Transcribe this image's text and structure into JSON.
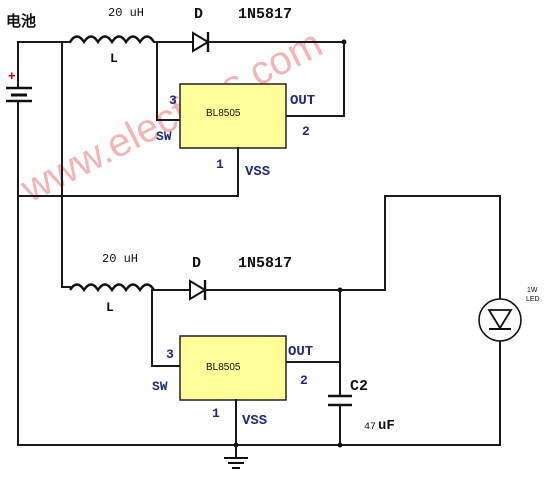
{
  "battery_label": "电池",
  "battery_polarity": "+",
  "watermark": "www.elecfans.com",
  "stage_top": {
    "inductor_value": "20 uH",
    "inductor_name": "L",
    "diode_name": "D",
    "diode_part": "1N5817",
    "ic_name": "BL8505",
    "pin_sw_number": "3",
    "pin_sw_label": "SW",
    "pin_out_label": "OUT",
    "pin_out_number": "2",
    "pin_vss_number": "1",
    "pin_vss_label": "VSS"
  },
  "stage_bottom": {
    "inductor_value": "20 uH",
    "inductor_name": "L",
    "diode_name": "D",
    "diode_part": "1N5817",
    "ic_name": "BL8505",
    "pin_sw_number": "3",
    "pin_sw_label": "SW",
    "pin_out_label": "OUT",
    "pin_out_number": "2",
    "pin_vss_number": "1",
    "pin_vss_label": "VSS",
    "cap_name": "C2",
    "cap_value_prefix": "47",
    "cap_value_unit": "uF"
  },
  "led_label_line1": "1W",
  "led_label_line2": "LED",
  "colors": {
    "ic_fill": "#ffff99",
    "battery_plus": "#cc0000",
    "pin_text": "#1f2a78",
    "watermark": "#f0a7a7"
  }
}
